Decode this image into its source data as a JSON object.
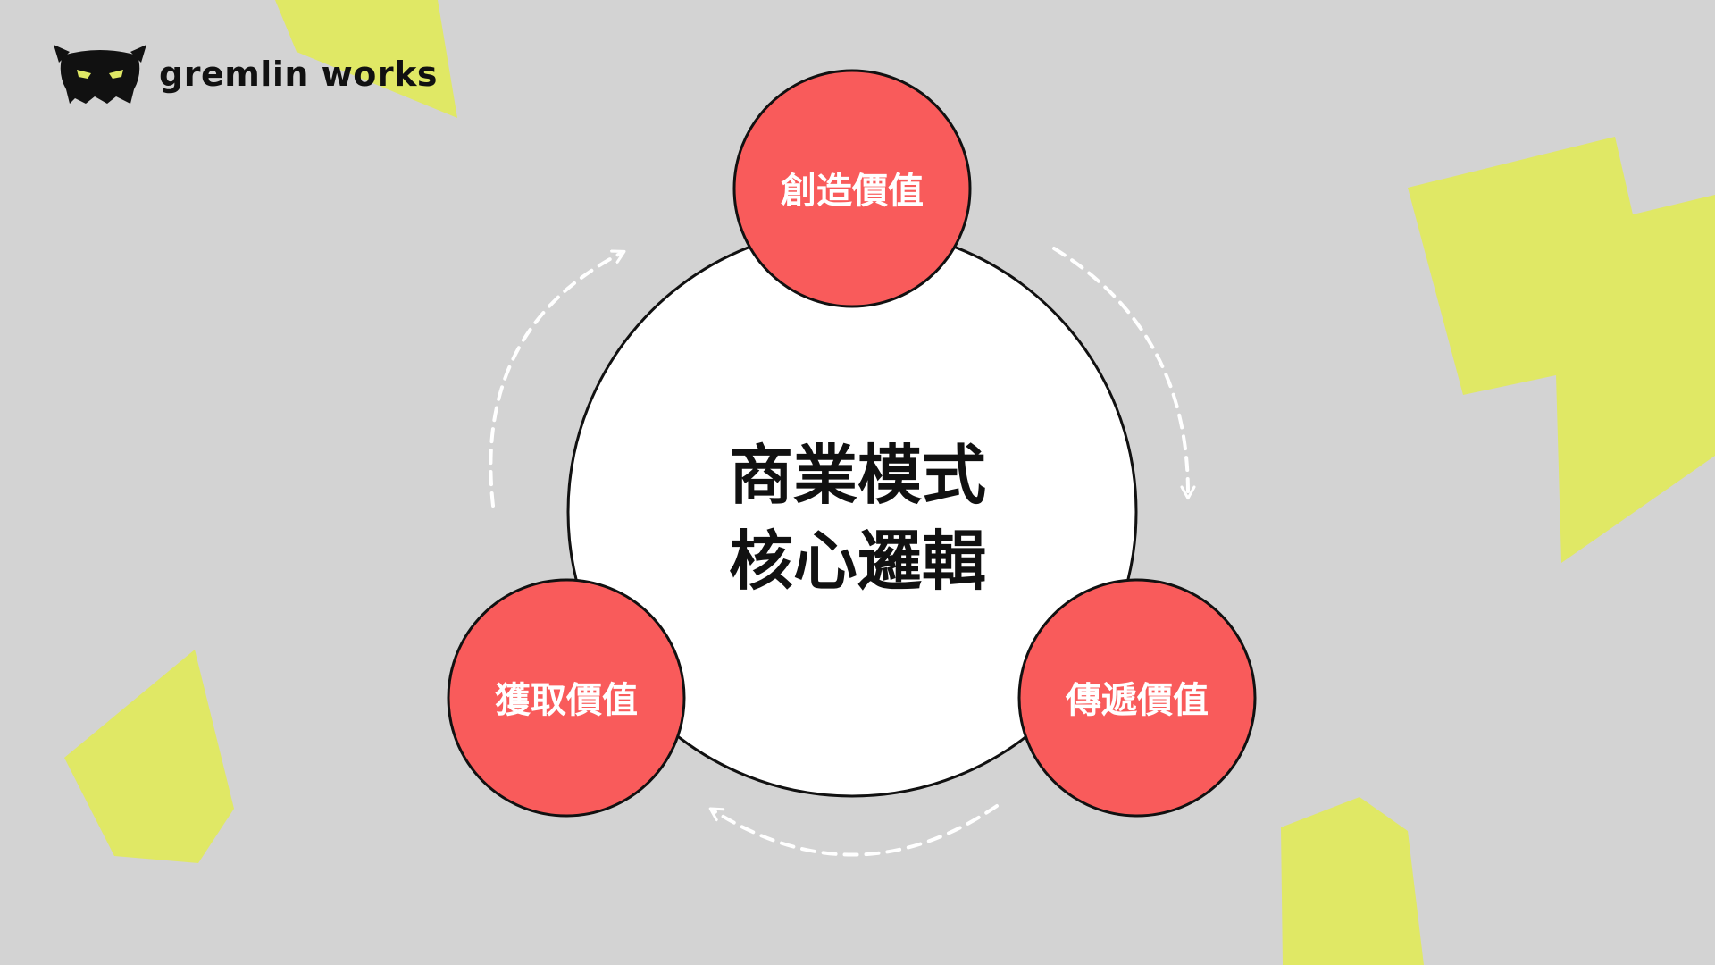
{
  "brand": {
    "name": "gremlin works"
  },
  "diagram": {
    "center": {
      "line1": "商業模式",
      "line2": "核心邏輯"
    },
    "nodes": [
      {
        "label": "創造價值"
      },
      {
        "label": "傳遞價值"
      },
      {
        "label": "獲取價值"
      }
    ]
  },
  "colors": {
    "background": "#d3d3d3",
    "accent_yellow": "#e0e865",
    "node_red": "#f95b5b",
    "center_fill": "#ffffff",
    "outline": "#111111",
    "arrow": "#ffffff"
  }
}
